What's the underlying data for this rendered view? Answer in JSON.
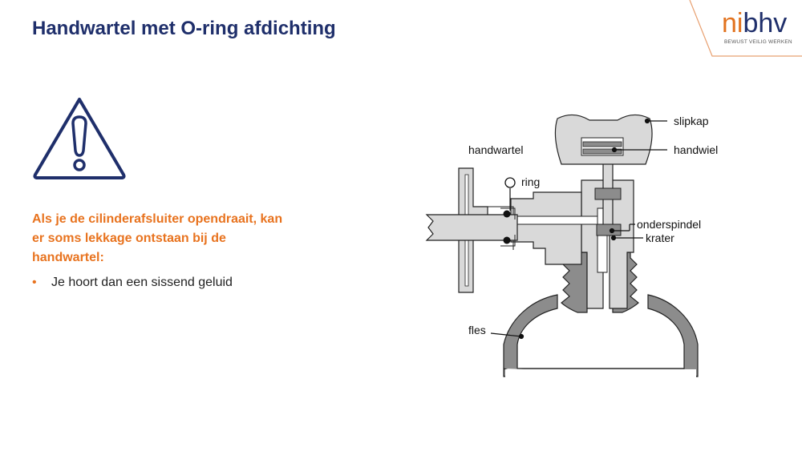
{
  "slide": {
    "title": "Handwartel met O-ring afdichting",
    "intro": "Als je de cilinderafsluiter opendraait, kan er soms lekkage ontstaan bij de handwartel:",
    "bullets": [
      "Je hoort dan een sissend geluid"
    ]
  },
  "logo": {
    "part1": "ni",
    "part2": "bhv",
    "tagline": "BEWUST VEILIG WERKEN"
  },
  "diagram": {
    "labels": {
      "slipkap": "slipkap",
      "handwiel": "handwiel",
      "handwartel": "handwartel",
      "ring": "ring",
      "onderspindel": "onderspindel",
      "krater": "krater",
      "fles": "fles"
    }
  },
  "icons": {
    "warning": "warning-triangle-icon"
  },
  "colors": {
    "title": "#1f2f6b",
    "accent": "#e8731f",
    "diagram_fill": "#d9d9d9",
    "thread_fill": "#8c8c8c"
  }
}
